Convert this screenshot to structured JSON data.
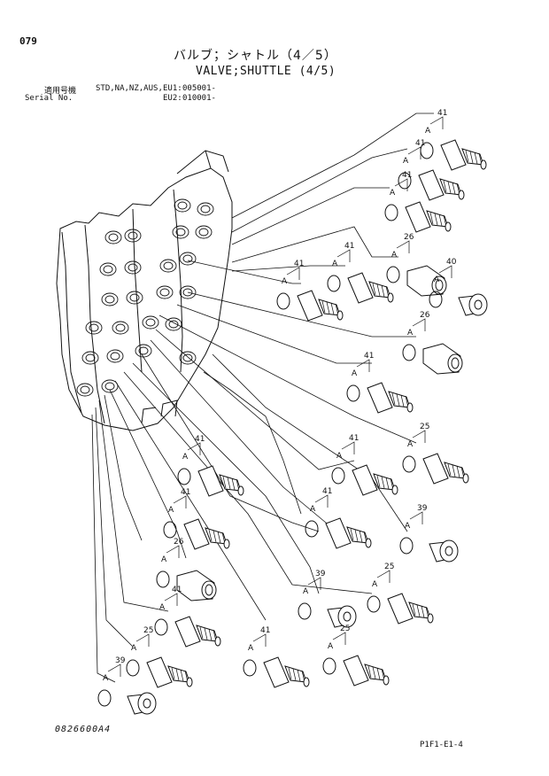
{
  "header": {
    "page_number": "079",
    "title_jp": "バルブ；シャトル（4／5）",
    "title_en": "VALVE;SHUTTLE (4/5)",
    "serial_jp_label": "適用号機",
    "serial_en_label": "Serial No.",
    "serial_models": "STD,NA,NZ,AUS,",
    "eu1_label": "EU1:",
    "eu1_number": "005001-",
    "eu2_label": "EU2:",
    "eu2_number": "010001-"
  },
  "callouts": [
    {
      "part": "41",
      "sub": "A"
    },
    {
      "part": "41",
      "sub": "A"
    },
    {
      "part": "41",
      "sub": "A"
    },
    {
      "part": "26",
      "sub": "A"
    },
    {
      "part": "40",
      "sub": "A"
    },
    {
      "part": "41",
      "sub": "A"
    },
    {
      "part": "41",
      "sub": "A"
    },
    {
      "part": "26",
      "sub": "A"
    },
    {
      "part": "41",
      "sub": "A"
    },
    {
      "part": "41",
      "sub": "A"
    },
    {
      "part": "25",
      "sub": "A"
    },
    {
      "part": "41",
      "sub": "A"
    },
    {
      "part": "41",
      "sub": "A"
    },
    {
      "part": "39",
      "sub": "A"
    },
    {
      "part": "41",
      "sub": "A"
    },
    {
      "part": "26",
      "sub": "A"
    },
    {
      "part": "39",
      "sub": "A"
    },
    {
      "part": "25",
      "sub": "A"
    },
    {
      "part": "41",
      "sub": "A"
    },
    {
      "part": "25",
      "sub": "A"
    },
    {
      "part": "41",
      "sub": "A"
    },
    {
      "part": "25",
      "sub": "A"
    },
    {
      "part": "39",
      "sub": "A"
    }
  ],
  "footer": {
    "drawing_code": "0826600A4",
    "page_code": "P1F1-E1-4"
  }
}
